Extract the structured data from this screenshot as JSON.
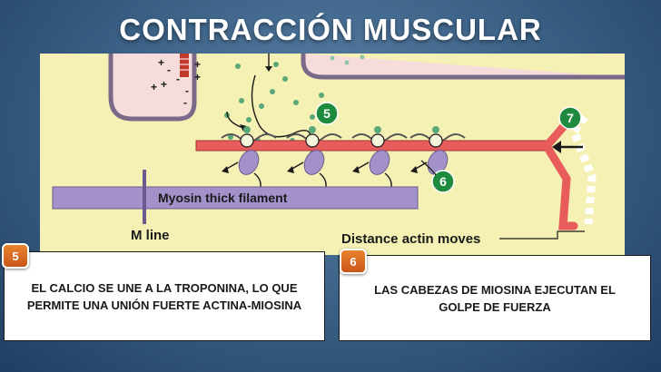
{
  "title": "CONTRACCIÓN MUSCULAR",
  "diagram": {
    "labels": {
      "thick_filament": "Myosin thick filament",
      "m_line": "M line",
      "distance": "Distance actin moves"
    },
    "markers": [
      "5",
      "6",
      "7"
    ],
    "charges": [
      "+",
      "-",
      "+",
      "-",
      "+",
      "+",
      "-",
      "-",
      "+"
    ]
  },
  "steps": [
    {
      "number": "5",
      "text": "EL CALCIO SE UNE A LA TROPONINA, LO QUE PERMITE UNA UNIÓN FUERTE ACTINA-MIOSINA"
    },
    {
      "number": "6",
      "text": "LAS CABEZAS DE MIOSINA EJECUTAN EL GOLPE DE FUERZA"
    }
  ],
  "colors": {
    "background": "#3e6489",
    "panel": "#f5f0b3",
    "actin": "#e85c5c",
    "myosin": "#a391c9",
    "calcium": "#5aa87a",
    "marker": "#1e8a3e",
    "badge": "#d66a23"
  }
}
